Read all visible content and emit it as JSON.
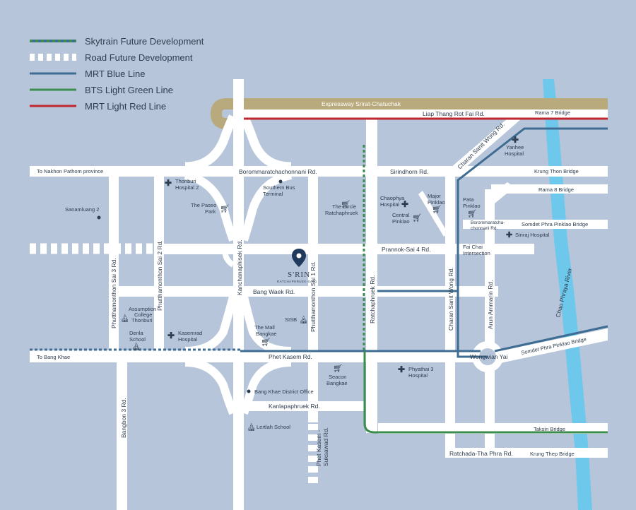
{
  "colors": {
    "background": "#b6c5d9",
    "road": "#ffffff",
    "mrt_blue": "#3e6c93",
    "bts_light_green": "#3a8d4c",
    "mrt_light_red": "#c0262f",
    "skytrain_future": "#3a8d4c",
    "expressway": "#b8aa7c",
    "river": "#6ec8ec",
    "text": "#2e3d4f"
  },
  "legend": [
    {
      "label": "Skytrain Future Development",
      "style": "dashed-green-blue"
    },
    {
      "label": "Road Future Development",
      "style": "dashed-white"
    },
    {
      "label": "MRT Blue Line",
      "style": "solid-blue"
    },
    {
      "label": "BTS Light Green Line",
      "style": "solid-green"
    },
    {
      "label": "MRT Light Red Line",
      "style": "solid-red"
    }
  ],
  "roads": {
    "expressway": "Expressway Srirat-Chatuchak",
    "liap_thang": "Liap Thang Rot Fai Rd.",
    "borommaratchachonnani": "Borommaratchachonnani Rd.",
    "sirindhorn": "Sirindhorn Rd.",
    "to_nakhon_pathom": "To Nakhon Pathom province",
    "prannok": "Prannok-Sai 4 Rd.",
    "bang_waek": "Bang Waek Rd.",
    "phet_kasem": "Phet Kasem Rd.",
    "to_bang_khae": "To Bang Khae",
    "kanlapaphruek": "Kanlapaphruek Rd.",
    "ratchada_tha_phra": "Ratchada-Tha Phra Rd.",
    "phutthamonthon_sai_3": "Phutthamonthon Sai 3 Rd.",
    "phutthamonthon_sai_2": "Phutthamonthon Sai 2 Rd.",
    "kanchanaphisek": "Kanchanaphisek Rd.",
    "phutthamonthon_sai_1": "Phutthamonthon Sai 1 Rd.",
    "ratchaphruek": "Ratchaphruek Rd.",
    "charan_sanit_wong_vertical": "Charan Sanit Wong Rd.",
    "charan_sanit_wong_diagonal": "Charan Sanit Wong Rd.",
    "arun_ammarin": "Arun Ammarin Rd.",
    "bangbon_3": "Bangbon 3 Rd.",
    "phet_kasem_suksawad": [
      "Phet Kasem -",
      "Suksawad Rd."
    ],
    "wongwian_yai": "Wongwian Yai",
    "borommaratcha_small": [
      "Borommaratcha-",
      "chonnani Rd."
    ],
    "fai_chai": [
      "Fai Chai",
      "Intersection"
    ]
  },
  "bridges": {
    "rama7": "Rama 7 Bridge",
    "krung_thon": "Krung Thon Bridge",
    "rama8": "Rama 8 Bridge",
    "somdet_pinklao_1": "Somdet Phra Pinklao Bridge",
    "somdet_pinklao_2": "Somdet Phra Pinklao Bridge",
    "taksin": "Taksin Bridge",
    "krung_thep": "Krung Thep Bridge"
  },
  "river": "Chao Phraya River",
  "pois": {
    "thonburi_hospital_2": [
      "Thonburi",
      "Hospital 2"
    ],
    "paseo_park": [
      "The Paseo",
      "Park"
    ],
    "southern_bus": [
      "Southern Bus",
      "Terminal"
    ],
    "sanamluang_2": "Sanamluang 2",
    "circle_ratchaphruek": [
      "The Circle",
      "Ratchaphruek"
    ],
    "chaophya_hospital": [
      "Chaophya",
      "Hospital"
    ],
    "major_pinklao": [
      "Major",
      "Pinklao"
    ],
    "central_pinklao": [
      "Central",
      "Pinklao"
    ],
    "pata_pinklao": [
      "Pata",
      "Pinklao"
    ],
    "yanhee_hospital": [
      "Yanhee",
      "Hospital"
    ],
    "siriraj_hospital": "Siriraj Hospital",
    "assumption_college": [
      "Assumption",
      "College",
      "Thonburi"
    ],
    "denla_school": [
      "Denla",
      "School"
    ],
    "kasemrad_hospital": [
      "Kasemrad",
      "Hospital"
    ],
    "the_mall_bangkae": [
      "The Mall",
      "Bangkae"
    ],
    "sisb": "SISB",
    "seacon_bangkae": [
      "Seacon",
      "Bangkae"
    ],
    "phyathai_3": [
      "Phyathai 3",
      "Hospital"
    ],
    "bang_khae_district_office": "Bang Khae District Office",
    "lertlah_school": "Lertlah School"
  },
  "project": {
    "name": "S'RIN",
    "tagline": "RATCHAPHRUEK-SAI 1"
  }
}
